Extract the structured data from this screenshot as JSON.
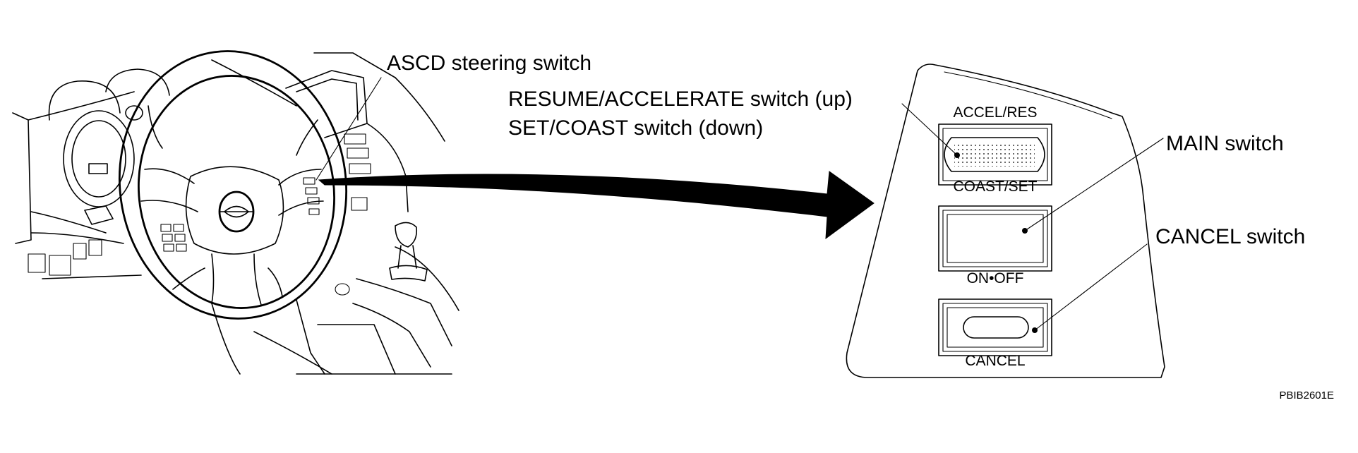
{
  "callouts": {
    "ascd_steering_switch": "ASCD steering switch",
    "resume_accelerate": "RESUME/ACCELERATE switch (up)",
    "set_coast": "SET/COAST switch (down)",
    "main_switch": "MAIN switch",
    "cancel_switch": "CANCEL switch"
  },
  "panel_labels": {
    "accel_res": "ACCEL/RES",
    "coast_set": "COAST/SET",
    "on_off": "ON•OFF",
    "cancel": "CANCEL"
  },
  "figure_code": "PBIB2601E"
}
